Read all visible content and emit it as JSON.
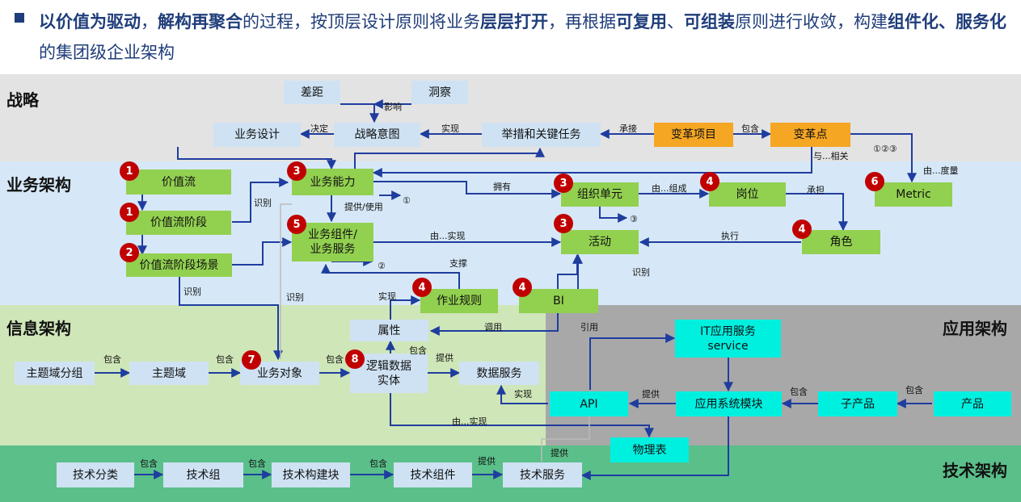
{
  "header": {
    "p1": "以价值为驱动",
    "p2": "，",
    "p3": "解构再聚合",
    "p4": "的过程，按顶层设计原则将业务",
    "p5": "层层打开",
    "p6": "，再根据",
    "p7": "可复用",
    "p8": "、",
    "p9": "可组装",
    "p10": "原则进行收敛，构建",
    "p11": "组件化、服务化",
    "p12": "的集团级企业架构"
  },
  "layers": {
    "strategy": "战略",
    "business": "业务架构",
    "information": "信息架构",
    "application": "应用架构",
    "technology": "技术架构"
  },
  "colors": {
    "strategy_band": "#e3e3e3",
    "business_band": "#d6e8f7",
    "information_band": "#cfe6b8",
    "application_band": "#a8a8a8",
    "technology_band": "#5bbf8a",
    "blue_box": "#cfe2f3",
    "green_box": "#92d050",
    "orange_box": "#f5a623",
    "cyan_box": "#00f0e0",
    "badge": "#c00000",
    "arrow": "#1f3d9e"
  },
  "boxes": {
    "gap": "差距",
    "insight": "洞察",
    "biz_design": "业务设计",
    "strategic_intent": "战略意图",
    "measures": "举措和关键任务",
    "change_project": "变革项目",
    "change_point": "变革点",
    "value_stream": "价值流",
    "value_stage": "价值流阶段",
    "value_scenario": "价值流阶段场景",
    "capability": "业务能力",
    "component": "业务组件/\n业务服务",
    "org_unit": "组织单元",
    "position": "岗位",
    "metric": "Metric",
    "activity": "活动",
    "role": "角色",
    "op_rule": "作业规则",
    "bi": "BI",
    "attribute": "属性",
    "subject_group": "主题域分组",
    "subject_domain": "主题域",
    "biz_object": "业务对象",
    "logical_entity": "逻辑数据\n实体",
    "data_service": "数据服务",
    "it_service": "IT应用服务\nservice",
    "api": "API",
    "app_module": "应用系统模块",
    "sub_product": "子产品",
    "product": "产品",
    "physical_table": "物理表",
    "tech_category": "技术分类",
    "tech_group": "技术组",
    "tech_block": "技术构建块",
    "tech_component": "技术组件",
    "tech_service": "技术服务"
  },
  "badges": {
    "value_stream": "1",
    "value_stage": "1",
    "value_scenario": "2",
    "capability": "3",
    "component": "5",
    "org_unit": "3",
    "activity": "3",
    "position": "4",
    "role": "4",
    "metric": "6",
    "op_rule": "4",
    "bi": "4",
    "biz_object": "7",
    "logical_entity": "8"
  },
  "labels": {
    "influence": "影响",
    "decide": "决定",
    "realize": "实现",
    "undertake": "承接",
    "contain": "包含",
    "related": "与...相关",
    "circles123": "①②③",
    "measured_by": "由...度量",
    "identify": "识别",
    "own": "拥有",
    "composed_by": "由...组成",
    "bear": "承担",
    "provide_use": "提供/使用",
    "circle1": "①",
    "circle2": "②",
    "circle3": "③",
    "realized_by": "由...实现",
    "execute": "执行",
    "support": "支撑",
    "call": "调用",
    "reference": "引用",
    "provide": "提供"
  }
}
